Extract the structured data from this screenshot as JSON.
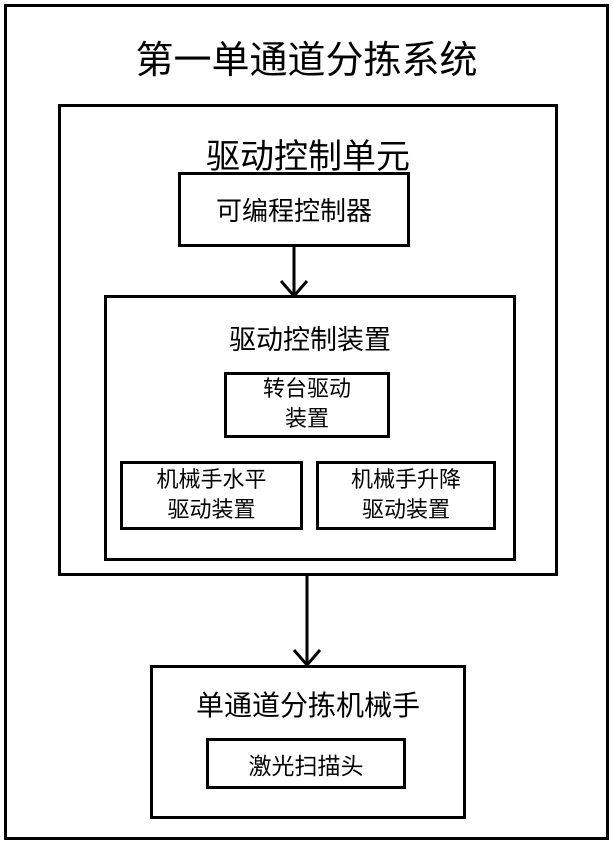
{
  "system": {
    "title": "第一单通道分拣系统",
    "drive_control_unit": {
      "title": "驱动控制单元",
      "plc": "可编程控制器",
      "drive_control_device": {
        "title": "驱动控制装置",
        "turntable_drive": [
          "转台驱动",
          "装置"
        ],
        "arm_horizontal_drive": [
          "机械手水平",
          "驱动装置"
        ],
        "arm_lift_drive": [
          "机械手升降",
          "驱动装置"
        ]
      }
    },
    "sorting_arm": {
      "title": "单通道分拣机械手",
      "laser_scanner": "激光扫描头"
    }
  }
}
